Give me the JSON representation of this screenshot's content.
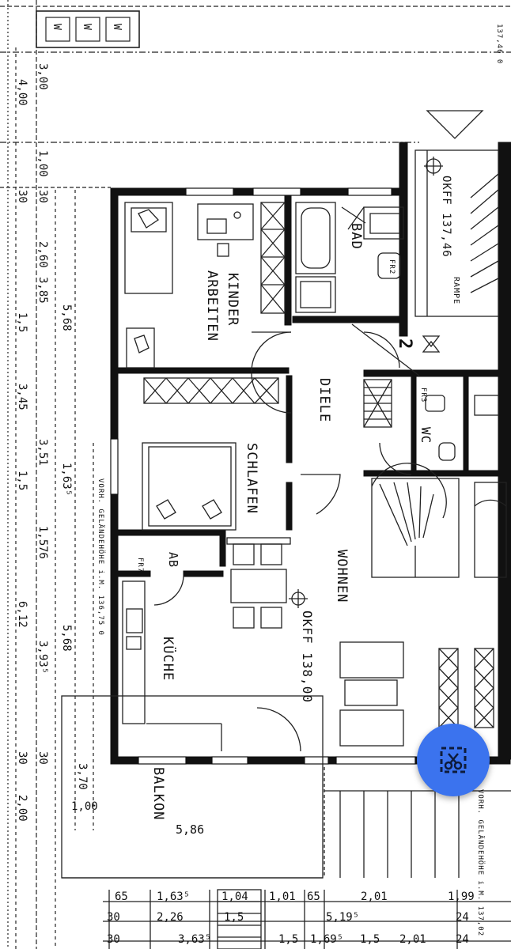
{
  "rooms": {
    "kinder": "KINDER",
    "arbeiten": "ARBEITEN",
    "bad": "BAD",
    "diele": "DIELE",
    "schlafen": "SCHLAFEN",
    "wohnen": "WOHNEN",
    "kueche": "KÜCHE",
    "ab": "AB",
    "wc": "WC",
    "balkon": "BALKON",
    "rampe": "RAMPE"
  },
  "markers": {
    "okff_upper": "OKFF 137,46",
    "okff_main": "OKFF 138,00",
    "stair_number": "2",
    "fr2": "FR2",
    "fr3": "FR3",
    "fr7": "FR7",
    "top_right_small": "137,46 0",
    "gelaende_left": "VORH. GELÄNDEHÖHE i.M. 136,75 0",
    "gelaende_right": "VORH. GELÄNDEHÖHE i.M. 137,02"
  },
  "left_dims": [
    "3,00",
    "4,00",
    "1,00",
    "30",
    "30",
    "2,60",
    "3,85",
    "5,68",
    "1,5",
    "3,45",
    "3,51",
    "1,63⁵",
    "1,5",
    "76",
    "5,68",
    "3,93⁵",
    "6,12",
    "30",
    "30",
    "3,70",
    "1,00",
    "2,00",
    "1,5"
  ],
  "bottom_dims": {
    "row1": [
      "65",
      "1,63⁵",
      "1,04",
      "1,01",
      "65",
      "2,01",
      "1,99"
    ],
    "row2": [
      "30",
      "2,26",
      "1,5",
      "5,19⁵",
      "24"
    ],
    "row3": [
      "30",
      "3,63⁵",
      "1,5",
      "1,69⁵",
      "1,5",
      "2,01",
      "24"
    ],
    "balkon_width": "5,86"
  },
  "fab": {
    "icon": "scissors-crop-icon",
    "color": "#3b73ee"
  }
}
